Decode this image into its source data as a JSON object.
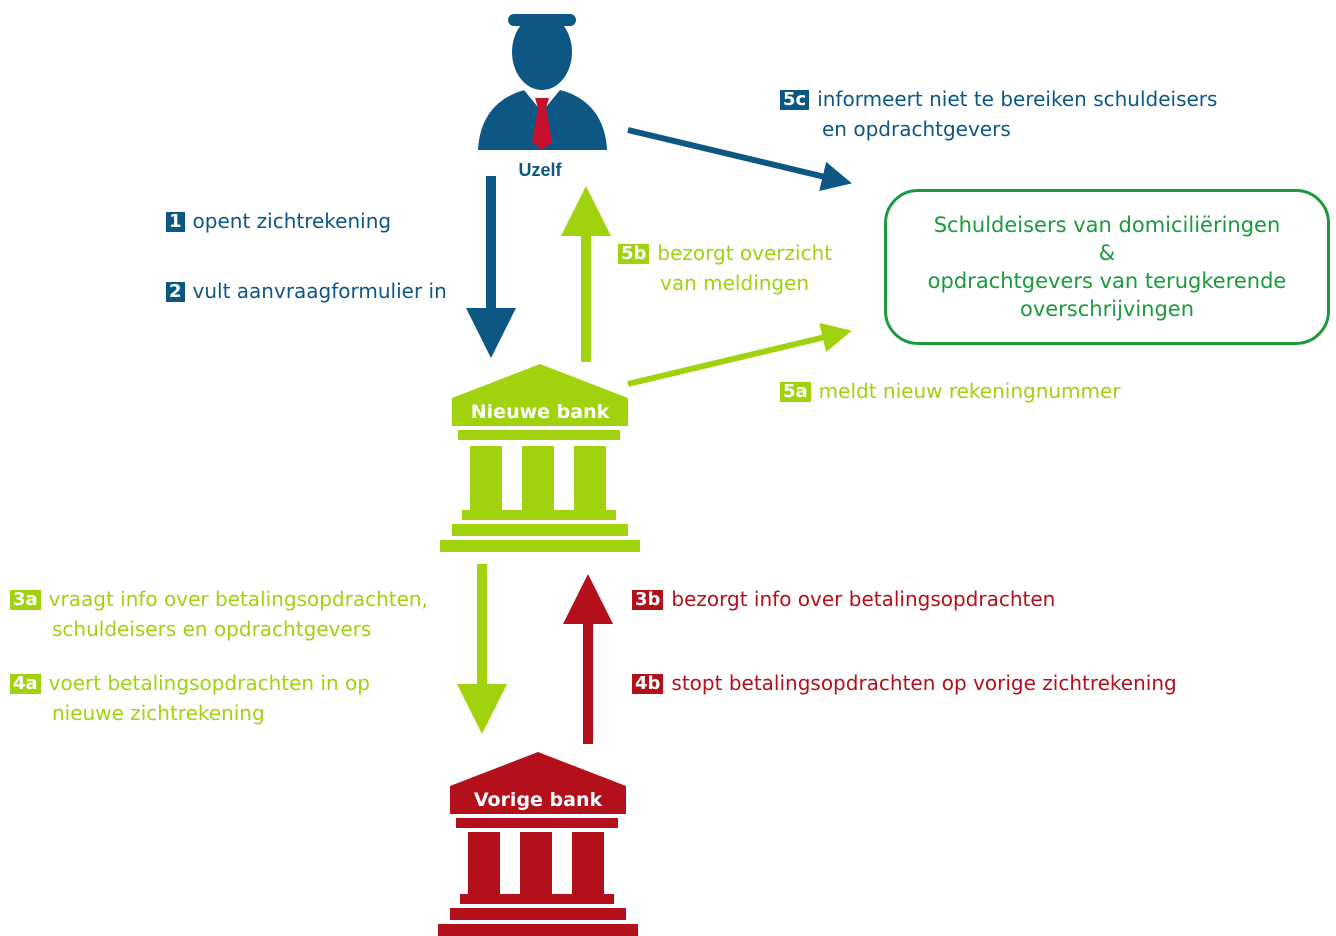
{
  "nodes": {
    "person_label": "Uzelf",
    "new_bank_label": "Nieuwe bank",
    "old_bank_label": "Vorige bank",
    "creditors_line1": "Schuldeisers van domiciliëringen",
    "creditors_line2": "&",
    "creditors_line3": "opdrachtgevers van terugkerende",
    "creditors_line4": "overschrijvingen"
  },
  "steps": {
    "s1": {
      "badge": "1",
      "line1": "opent zichtrekening"
    },
    "s2": {
      "badge": "2",
      "line1": "vult aanvraagformulier in"
    },
    "s3a": {
      "badge": "3a",
      "line1": "vraagt info over betalingsopdrachten,",
      "line2": "schuldeisers en opdrachtgevers"
    },
    "s3b": {
      "badge": "3b",
      "line1": "bezorgt info over betalingsopdrachten"
    },
    "s4a": {
      "badge": "4a",
      "line1": "voert betalingsopdrachten in op",
      "line2": "nieuwe zichtrekening"
    },
    "s4b": {
      "badge": "4b",
      "line1": "stopt betalingsopdrachten op vorige zichtrekening"
    },
    "s5a": {
      "badge": "5a",
      "line1": "meldt nieuw rekeningnummer"
    },
    "s5b": {
      "badge": "5b",
      "line1": "bezorgt overzicht",
      "line2": "van meldingen"
    },
    "s5c": {
      "badge": "5c",
      "line1": "informeert niet te bereiken schuldeisers",
      "line2": "en opdrachtgevers"
    }
  },
  "colors": {
    "blue": "#0d5784",
    "lime": "#a0d20e",
    "red": "#b3101b",
    "green": "#1a9a3c"
  }
}
